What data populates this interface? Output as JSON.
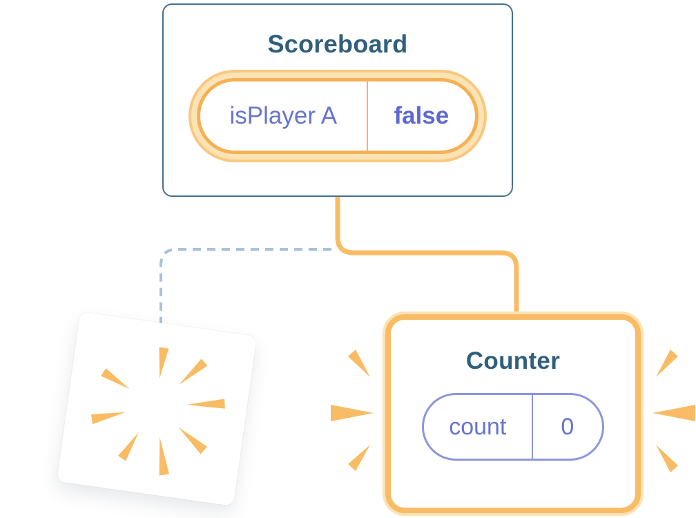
{
  "diagram": {
    "type": "react-state-preservation-diagram"
  },
  "scoreboard": {
    "title": "Scoreboard",
    "state_key": "isPlayer A",
    "state_value": "false"
  },
  "counter": {
    "title": "Counter",
    "state_key": "count",
    "state_value": "0"
  },
  "icons": {
    "sparkle": "sparkle-icon",
    "burst": "burst-icon",
    "emphasis": "emphasis-marks"
  },
  "colors": {
    "accent_orange": "#F9BC64",
    "halo_cream": "#FCE3B6",
    "state_purple": "#6774CE",
    "title_blue": "#2F5F7C",
    "scoreboard_border_blue": "#44708F",
    "dashed_line_blue": "#A9C2D8",
    "background": "#FFFFFF"
  }
}
